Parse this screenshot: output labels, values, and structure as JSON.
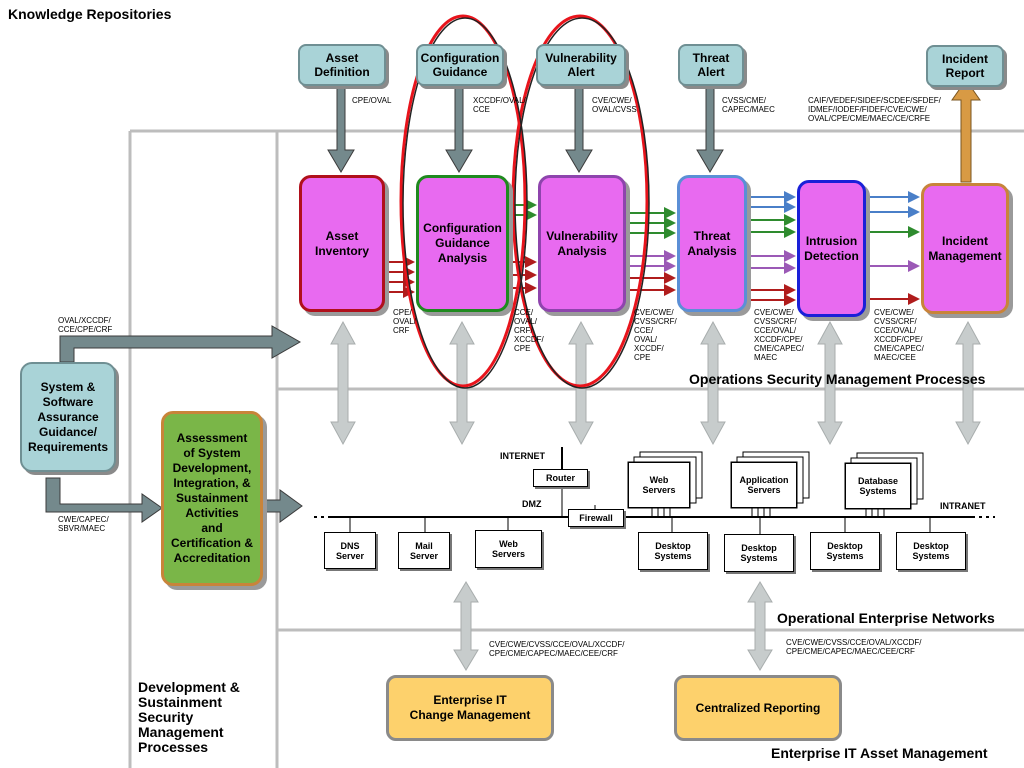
{
  "title": "Knowledge Repositories",
  "repositories": [
    {
      "label": "Asset\nDefinition",
      "standards": "CPE/OVAL"
    },
    {
      "label": "Configuration\nGuidance",
      "standards": "XCCDF/OVAL/\nCCE"
    },
    {
      "label": "Vulnerability\nAlert",
      "standards": "CVE/CWE/\nOVAL/CVSS"
    },
    {
      "label": "Threat\nAlert",
      "standards": "CVSS/CME/\nCAPEC/MAEC"
    },
    {
      "label": "Incident\nReport",
      "standards": "CAIF/VEDEF/SIDEF/SCDEF/SFDEF/\nIDMEF/IODEF/FIDEF/CVE/CWE/\nOVAL/CPE/CME/MAEC/CE/CRFE"
    }
  ],
  "processes": [
    {
      "label": "Asset\nInventory",
      "standards": ""
    },
    {
      "label": "Configuration\nGuidance\nAnalysis",
      "standards": "CPE/\nOVAL/\nCRF"
    },
    {
      "label": "Vulnerability\nAnalysis",
      "standards": "CCE/\nOVAL/\nCRF/\nXCCDF/\nCPE"
    },
    {
      "label": "Threat\nAnalysis",
      "standards": "CVE/CWE/\nCVSS/CRF/\nCCE/\nOVAL/\nXCCDF/\nCPE"
    },
    {
      "label": "Intrusion\nDetection",
      "standards": "CVE/CWE/\nCVSS/CRF/\nCCE/OVAL/\nXCCDF/CPE/\nCME/CAPEC/\nMAEC"
    },
    {
      "label": "Incident\nManagement",
      "standards": "CVE/CWE/\nCVSS/CRF/\nCCE/OVAL/\nXCCDF/CPE/\nCME/CAPEC/\nMAEC/CEE"
    }
  ],
  "ops_section": "Operations Security Management Processes",
  "net_section": "Operational Enterprise Networks",
  "asset_section": "Enterprise IT Asset Management",
  "dev_section": "Development &\nSustainment\nSecurity\nManagement\nProcesses",
  "system_guidance": {
    "label": "System &\nSoftware\nAssurance\nGuidance/\nRequirements",
    "standards_top": "OVAL/XCCDF/\nCCE/CPE/CRF",
    "standards_bottom": "CWE/CAPEC/\nSBVR/MAEC"
  },
  "assessment": "Assessment\nof System\nDevelopment,\nIntegration, &\nSustainment\nActivities\nand\nCertification &\nAccreditation",
  "network": {
    "internet": "INTERNET",
    "router": "Router",
    "dmz": "DMZ",
    "firewall": "Firewall",
    "intranet": "INTRANET",
    "dns_server": "DNS\nServer",
    "mail_server": "Mail\nServer",
    "web_servers": "Web\nServers",
    "stack_web": "Web\nServers",
    "stack_app": "Application\nServers",
    "stack_db": "Database\nSystems",
    "desktop": "Desktop\nSystems"
  },
  "enterprise": [
    {
      "label": "Enterprise IT\nChange Management",
      "standards": "CVE/CWE/CVSS/CCE/OVAL/XCCDF/\nCPE/CME/CAPEC/MAEC/CEE/CRF"
    },
    {
      "label": "Centralized Reporting",
      "standards": "CVE/CWE/CVSS/CCE/OVAL/XCCDF/\nCPE/CME/CAPEC/MAEC/CEE/CRF"
    }
  ],
  "colors": {
    "process_fill": "#e86af0",
    "repo_fill": "#a9d3d7",
    "assessment_fill": "#7ab648",
    "enterprise_fill": "#fdd16c",
    "highlight": "#e8141c"
  }
}
